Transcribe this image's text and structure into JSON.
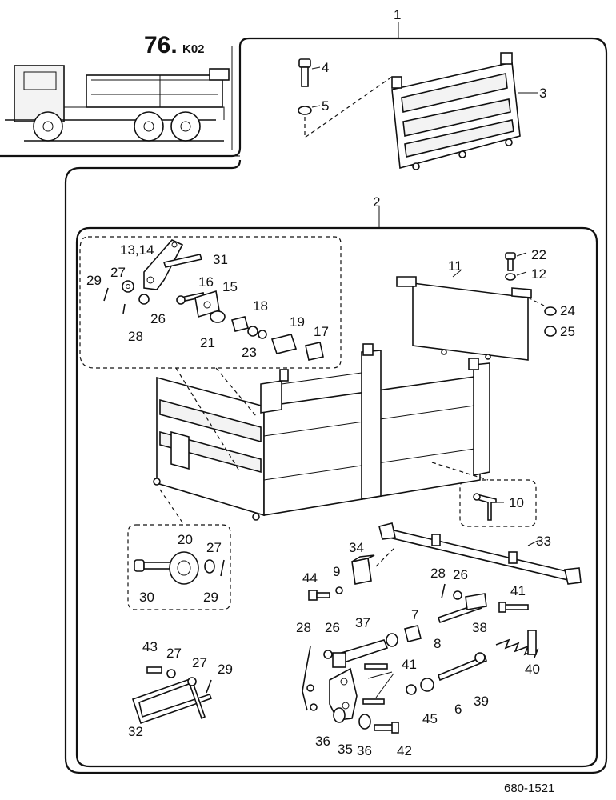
{
  "header": {
    "number": "76.",
    "suffix": "K02"
  },
  "drawing_code": "680-1521",
  "callouts": {
    "n1": "1",
    "n2": "2",
    "n3": "3",
    "n4": "4",
    "n5": "5",
    "n6": "6",
    "n7": "7",
    "n8": "8",
    "n9": "9",
    "n10": "10",
    "n11": "11",
    "n12": "12",
    "n13_14": "13,14",
    "n15": "15",
    "n16": "16",
    "n17": "17",
    "n18": "18",
    "n19": "19",
    "n20": "20",
    "n21": "21",
    "n22": "22",
    "n23": "23",
    "n24": "24",
    "n25": "25",
    "n26a": "26",
    "n26b": "26",
    "n26c": "26",
    "n27a": "27",
    "n27b": "27",
    "n27c": "27",
    "n27d": "27",
    "n28a": "28",
    "n28b": "28",
    "n28c": "28",
    "n29a": "29",
    "n29b": "29",
    "n29c": "29",
    "n30": "30",
    "n31": "31",
    "n32": "32",
    "n33": "33",
    "n34": "34",
    "n35": "35",
    "n36a": "36",
    "n36b": "36",
    "n37": "37",
    "n38": "38",
    "n39": "39",
    "n40": "40",
    "n41a": "41",
    "n41b": "41",
    "n42": "42",
    "n43": "43",
    "n44": "44",
    "n45": "45"
  }
}
